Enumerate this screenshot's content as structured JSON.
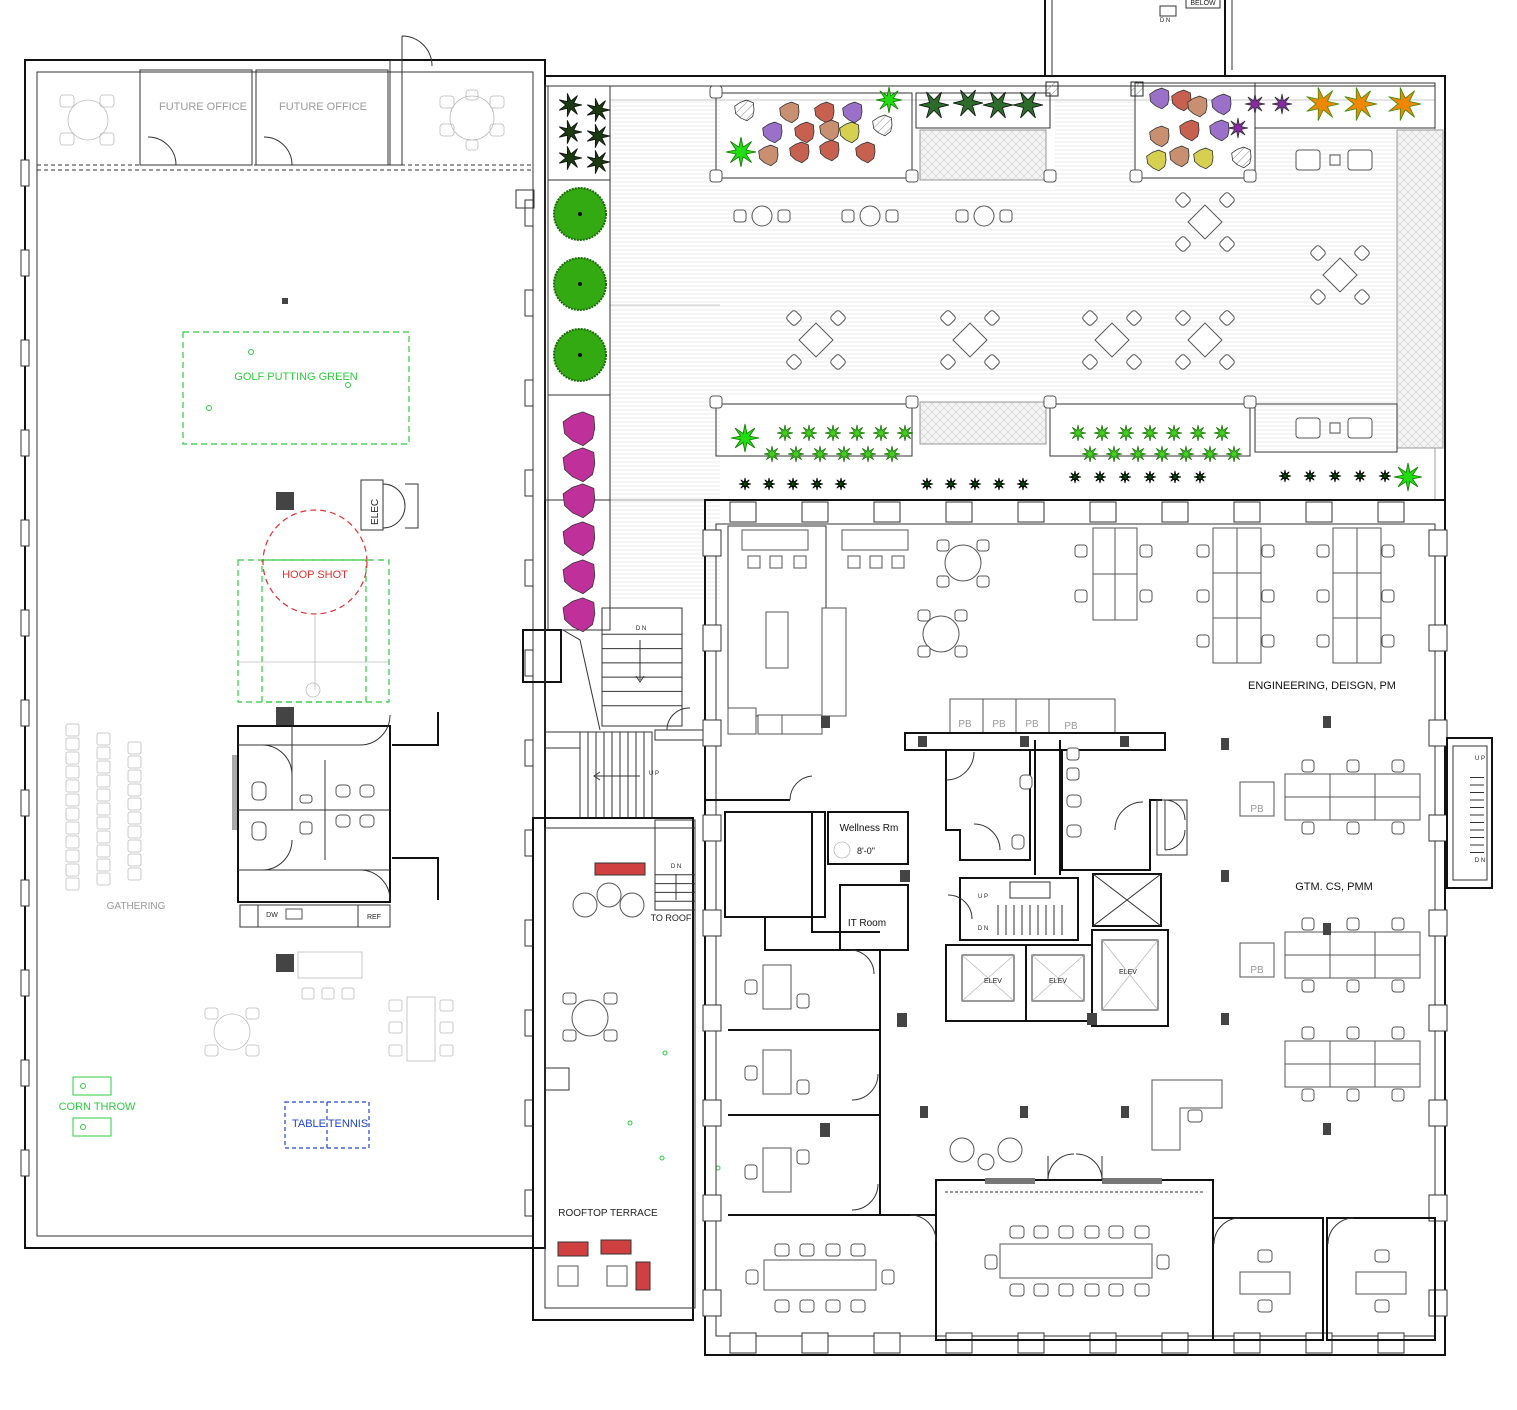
{
  "labels": {
    "future_office_1": "FUTURE OFFICE",
    "future_office_2": "FUTURE OFFICE",
    "golf": "GOLF  PUTTING GREEN",
    "elec": "ELEC",
    "hoop": "HOOP SHOT",
    "gathering": "GATHERING",
    "corn": "CORN THROW",
    "table_tennis_1": "TABLE",
    "table_tennis_2": "TENNIS",
    "dw": "DW",
    "ref": "REF",
    "below": "BELOW",
    "dn_top": "D N",
    "dn_stair": "D N",
    "up_stair": "U P",
    "dn_roof": "D N",
    "to_roof": "TO ROOF",
    "rooftop_terrace": "ROOFTOP TERRACE",
    "wellness": "Wellness Rm",
    "dimension": "8'-0\"",
    "it_room": "IT Room",
    "pb1": "PB",
    "pb2": "PB",
    "pb3": "PB",
    "pb4": "PB",
    "pb5": "PB",
    "pb6": "PB",
    "elev1": "ELEV",
    "elev2": "ELEV",
    "elev3": "ELEV",
    "up_core": "U P",
    "dn_core": "D N",
    "engineering": "ENGINEERING, DEISGN, PM",
    "gtm": "GTM. CS, PMM",
    "up_right": "U P",
    "dn_right": "D N"
  },
  "colors": {
    "golf_zone": "#2ecc40",
    "hoop_zone": "#e03030",
    "table_tennis_zone": "#2244cc",
    "shrub_magenta": "#c0309a",
    "tree_green": "#33aa11"
  }
}
